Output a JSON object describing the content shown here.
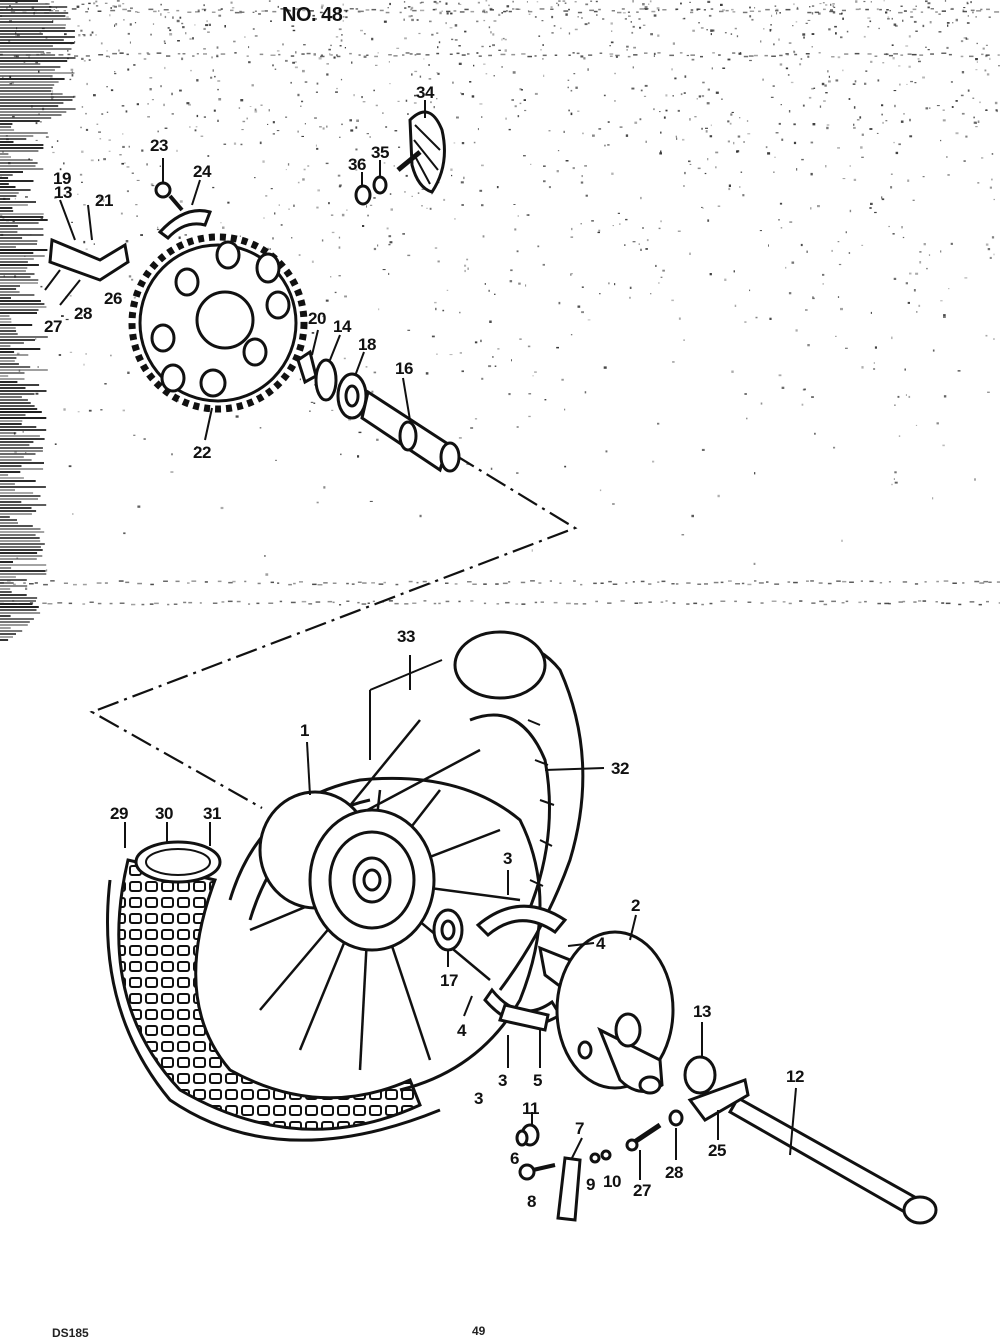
{
  "header": {
    "figure_no": "NO. 48"
  },
  "footer": {
    "model": "DS185",
    "page": "49"
  },
  "callouts": [
    "1",
    "2",
    "3",
    "3",
    "3",
    "4",
    "4",
    "5",
    "6",
    "7",
    "8",
    "9",
    "10",
    "11",
    "12",
    "13",
    "13",
    "14",
    "16",
    "17",
    "18",
    "19",
    "20",
    "21",
    "22",
    "23",
    "24",
    "25",
    "26",
    "27",
    "27",
    "28",
    "28",
    "29",
    "30",
    "31",
    "32",
    "33",
    "34",
    "35",
    "36"
  ],
  "parts": {
    "sprocket": "22",
    "axle_spacer": "16",
    "hub": "1",
    "tire": "29",
    "brake_panel": "2",
    "brake_shoe": "3",
    "axle": "12",
    "chain_guard": "34"
  }
}
